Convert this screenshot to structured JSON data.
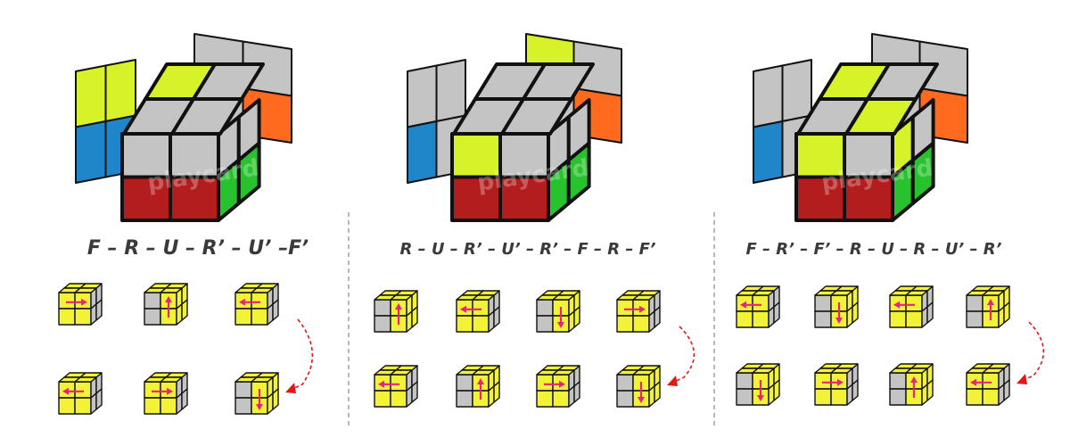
{
  "colors": {
    "yellow": "#f2f236",
    "lime": "#d8f229",
    "gray": "#c4c4c4",
    "lightgray": "#d0d0d0",
    "red": "#b31d1d",
    "green": "#28c22f",
    "blue": "#1f86c9",
    "orange": "#ff6a1e",
    "pink": "#e8247a",
    "arrow_red": "#e21818",
    "outline": "#111111",
    "divider": "#9a9a9a"
  },
  "watermark": "playcard",
  "panels": [
    {
      "algorithm": "F – R – U – R’ – U’ –F’",
      "big_cube": {
        "left_panel": [
          "lime",
          "lime",
          "blue",
          "blue"
        ],
        "back_panel": [
          "gray",
          "gray",
          "gray",
          "orange"
        ],
        "top": [
          "gray",
          "lime",
          "gray",
          "gray"
        ],
        "front": [
          "gray",
          "gray",
          "red",
          "red"
        ],
        "right": [
          "gray",
          "gray",
          "green",
          "green"
        ]
      },
      "steps": [
        {
          "front_cols": [
            "yellow",
            "yellow"
          ],
          "right": "gray",
          "arrow": "right"
        },
        {
          "front_cols": [
            "gray",
            "yellow"
          ],
          "right": "yellow",
          "arrow": "up"
        },
        {
          "front_cols": [
            "yellow",
            "yellow"
          ],
          "right": "gray",
          "arrow": "left"
        },
        {
          "front_cols": [
            "yellow",
            "yellow"
          ],
          "right": "gray",
          "arrow": "left"
        },
        {
          "front_cols": [
            "yellow",
            "yellow"
          ],
          "right": "gray",
          "arrow": "right"
        },
        {
          "front_cols": [
            "gray",
            "yellow"
          ],
          "right": "yellow",
          "arrow": "down"
        }
      ]
    },
    {
      "algorithm": "R – U – R’ – U’ – R’ – F – R – F’",
      "big_cube": {
        "left_panel": [
          "gray",
          "gray",
          "blue",
          "gray"
        ],
        "back_panel": [
          "lime",
          "gray",
          "gray",
          "orange"
        ],
        "top": [
          "gray",
          "gray",
          "gray",
          "gray"
        ],
        "front": [
          "lime",
          "gray",
          "red",
          "red"
        ],
        "right": [
          "gray",
          "gray",
          "green",
          "green"
        ]
      },
      "steps": [
        {
          "front_cols": [
            "gray",
            "yellow"
          ],
          "right": "yellow",
          "arrow": "up"
        },
        {
          "front_cols": [
            "yellow",
            "yellow"
          ],
          "right": "gray",
          "arrow": "left"
        },
        {
          "front_cols": [
            "gray",
            "yellow"
          ],
          "right": "yellow",
          "arrow": "down"
        },
        {
          "front_cols": [
            "yellow",
            "yellow"
          ],
          "right": "gray",
          "arrow": "right"
        },
        {
          "front_cols": [
            "yellow",
            "yellow"
          ],
          "right": "gray",
          "arrow": "left"
        },
        {
          "front_cols": [
            "gray",
            "yellow"
          ],
          "right": "yellow",
          "arrow": "up"
        },
        {
          "front_cols": [
            "yellow",
            "yellow"
          ],
          "right": "gray",
          "arrow": "right"
        },
        {
          "front_cols": [
            "gray",
            "yellow"
          ],
          "right": "yellow",
          "arrow": "down"
        }
      ]
    },
    {
      "algorithm": "F – R’ – F’ – R – U – R – U’ – R’",
      "big_cube": {
        "left_panel": [
          "gray",
          "gray",
          "blue",
          "gray"
        ],
        "back_panel": [
          "gray",
          "gray",
          "gray",
          "orange"
        ],
        "top": [
          "gray",
          "lime",
          "lime",
          "gray"
        ],
        "front": [
          "lime",
          "gray",
          "red",
          "red"
        ],
        "right": [
          "lime",
          "gray",
          "green",
          "green"
        ]
      },
      "steps": [
        {
          "front_cols": [
            "yellow",
            "yellow"
          ],
          "right": "gray",
          "arrow": "left"
        },
        {
          "front_cols": [
            "gray",
            "yellow"
          ],
          "right": "yellow",
          "arrow": "down"
        },
        {
          "front_cols": [
            "yellow",
            "yellow"
          ],
          "right": "gray",
          "arrow": "left"
        },
        {
          "front_cols": [
            "gray",
            "yellow"
          ],
          "right": "yellow",
          "arrow": "up"
        },
        {
          "front_cols": [
            "gray",
            "yellow"
          ],
          "right": "yellow",
          "arrow": "down"
        },
        {
          "front_cols": [
            "yellow",
            "yellow"
          ],
          "right": "gray",
          "arrow": "right"
        },
        {
          "front_cols": [
            "gray",
            "yellow"
          ],
          "right": "yellow",
          "arrow": "up"
        },
        {
          "front_cols": [
            "yellow",
            "yellow"
          ],
          "right": "gray",
          "arrow": "left"
        }
      ]
    }
  ]
}
